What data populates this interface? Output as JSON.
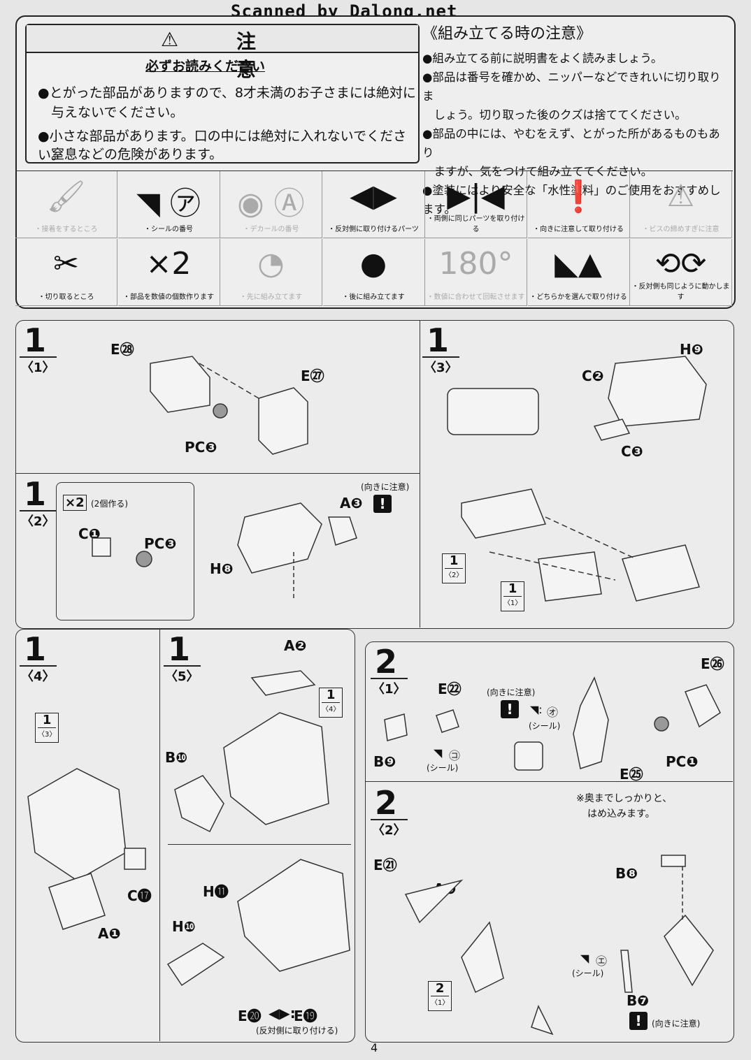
{
  "watermark": "Scanned by Dalong.net",
  "caution": {
    "title": "注　意",
    "subtitle": "必ずお読みください",
    "lines": [
      "●とがった部品がありますので、8才未満のお子さまには絶対に",
      "　与えないでください。",
      "●小さな部品があります。口の中には絶対に入れないでください。",
      "　窒息などの危険があります。"
    ]
  },
  "assembly_notes": {
    "heading": "《組み立てる時の注意》",
    "lines": [
      "●組み立てる前に説明書をよく読みましょう。",
      "●部品は番号を確かめ、ニッパーなどできれいに切り取りま",
      "　しょう。切り取った後のクズは捨ててください。",
      "●部品の中には、やむをえず、とがった所があるものもあり",
      "　ますが、気をつけて組み立ててください。",
      "●塗装にはより安全な「水性塗料」のご使用をおすすめします。"
    ]
  },
  "legend": [
    {
      "label": "・接着をするところ",
      "glyph": "🖌",
      "faint": true
    },
    {
      "label": "・シールの番号",
      "glyph": "◥ ㋐",
      "faint": false
    },
    {
      "label": "・デカールの番号",
      "glyph": "◉ Ⓐ",
      "faint": true
    },
    {
      "label": "・反対側に取り付けるパーツ",
      "glyph": "◀▶",
      "faint": false
    },
    {
      "label": "・両側に同じパーツを取り付ける",
      "glyph": "▶|◀",
      "faint": false
    },
    {
      "label": "・向きに注意して取り付ける",
      "glyph": "❗",
      "faint": false
    },
    {
      "label": "・ビスの締めすぎに注意",
      "glyph": "⚠",
      "faint": true
    },
    {
      "label": "・切り取るところ",
      "glyph": "✂",
      "faint": false
    },
    {
      "label": "・部品を数値の個数作ります",
      "glyph": "×2",
      "faint": false
    },
    {
      "label": "・先に組み立てます",
      "glyph": "◔",
      "faint": true
    },
    {
      "label": "・後に組み立てます",
      "glyph": "●",
      "faint": false
    },
    {
      "label": "・数値に合わせて回転させます",
      "glyph": "180°",
      "faint": true
    },
    {
      "label": "・どちらかを選んで取り付ける",
      "glyph": "◣▲",
      "faint": false
    },
    {
      "label": "・反対側も同じように動かします",
      "glyph": "⟲⟳",
      "faint": false
    }
  ],
  "steps": {
    "s1_1": {
      "num": "1",
      "sub": "〈1〉",
      "parts": [
        "E㉘",
        "E㉗",
        "PC❸"
      ]
    },
    "s1_3": {
      "num": "1",
      "sub": "〈3〉",
      "parts": [
        "H❾",
        "C❷",
        "C❸"
      ],
      "refs": [
        {
          "n": "1",
          "s": "〈2〉"
        },
        {
          "n": "1",
          "s": "〈1〉"
        }
      ]
    },
    "s1_2": {
      "num": "1",
      "sub": "〈2〉",
      "make": "×2",
      "make_note": "(2個作る)",
      "orient": "(向きに注意)",
      "parts": [
        "A❸",
        "C❶",
        "PC❸",
        "H❽"
      ]
    },
    "s1_4": {
      "num": "1",
      "sub": "〈4〉",
      "parts": [
        "C⓱",
        "A❶"
      ],
      "ref": {
        "n": "1",
        "s": "〈3〉"
      }
    },
    "s1_5": {
      "num": "1",
      "sub": "〈5〉",
      "parts": [
        "A❷",
        "B❿",
        "H⓫",
        "H❿",
        "E⓴",
        "E⓳"
      ],
      "ref": {
        "n": "1",
        "s": "〈4〉"
      },
      "note": "(反対側に取り付ける)"
    },
    "s2_1": {
      "num": "2",
      "sub": "〈1〉",
      "parts": [
        "E㉒",
        "B❾",
        "E㉖",
        "PC❶",
        "E㉕"
      ],
      "orient": "(向きに注意)",
      "seal1": "㋔",
      "seal1_note": "(シール)",
      "seal2": "㋙",
      "seal2_note": "(シール)"
    },
    "s2_2": {
      "num": "2",
      "sub": "〈2〉",
      "parts": [
        "E㉑",
        "A❺",
        "B❽",
        "B❼"
      ],
      "note1": "※奥までしっかりと、",
      "note2": "はめ込みます。",
      "seal": "㋓",
      "seal_note": "(シール)",
      "orient": "(向きに注意)",
      "ref": {
        "n": "2",
        "s": "〈1〉"
      }
    }
  },
  "page_number": "4"
}
